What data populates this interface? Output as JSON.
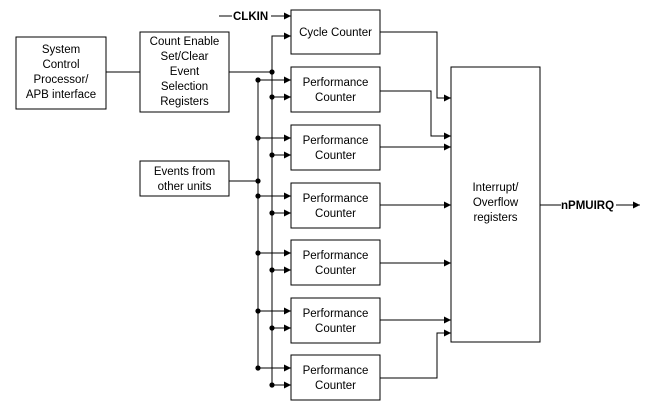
{
  "system_block": {
    "lines": [
      "System",
      "Control",
      "Processor/",
      "APB interface"
    ]
  },
  "count_enable_block": {
    "lines": [
      "Count Enable",
      "Set/Clear",
      "Event",
      "Selection",
      "Registers"
    ]
  },
  "events_block": {
    "lines": [
      "Events from",
      "other units"
    ]
  },
  "clock_input": {
    "label": "CLKIN"
  },
  "cycle_counter": {
    "label": "Cycle Counter"
  },
  "performance_counters": [
    {
      "lines": [
        "Performance",
        "Counter"
      ]
    },
    {
      "lines": [
        "Performance",
        "Counter"
      ]
    },
    {
      "lines": [
        "Performance",
        "Counter"
      ]
    },
    {
      "lines": [
        "Performance",
        "Counter"
      ]
    },
    {
      "lines": [
        "Performance",
        "Counter"
      ]
    },
    {
      "lines": [
        "Performance",
        "Counter"
      ]
    }
  ],
  "interrupt_block": {
    "lines": [
      "Interrupt/",
      "Overflow",
      "registers"
    ]
  },
  "irq_output": {
    "label": "nPMUIRQ"
  }
}
